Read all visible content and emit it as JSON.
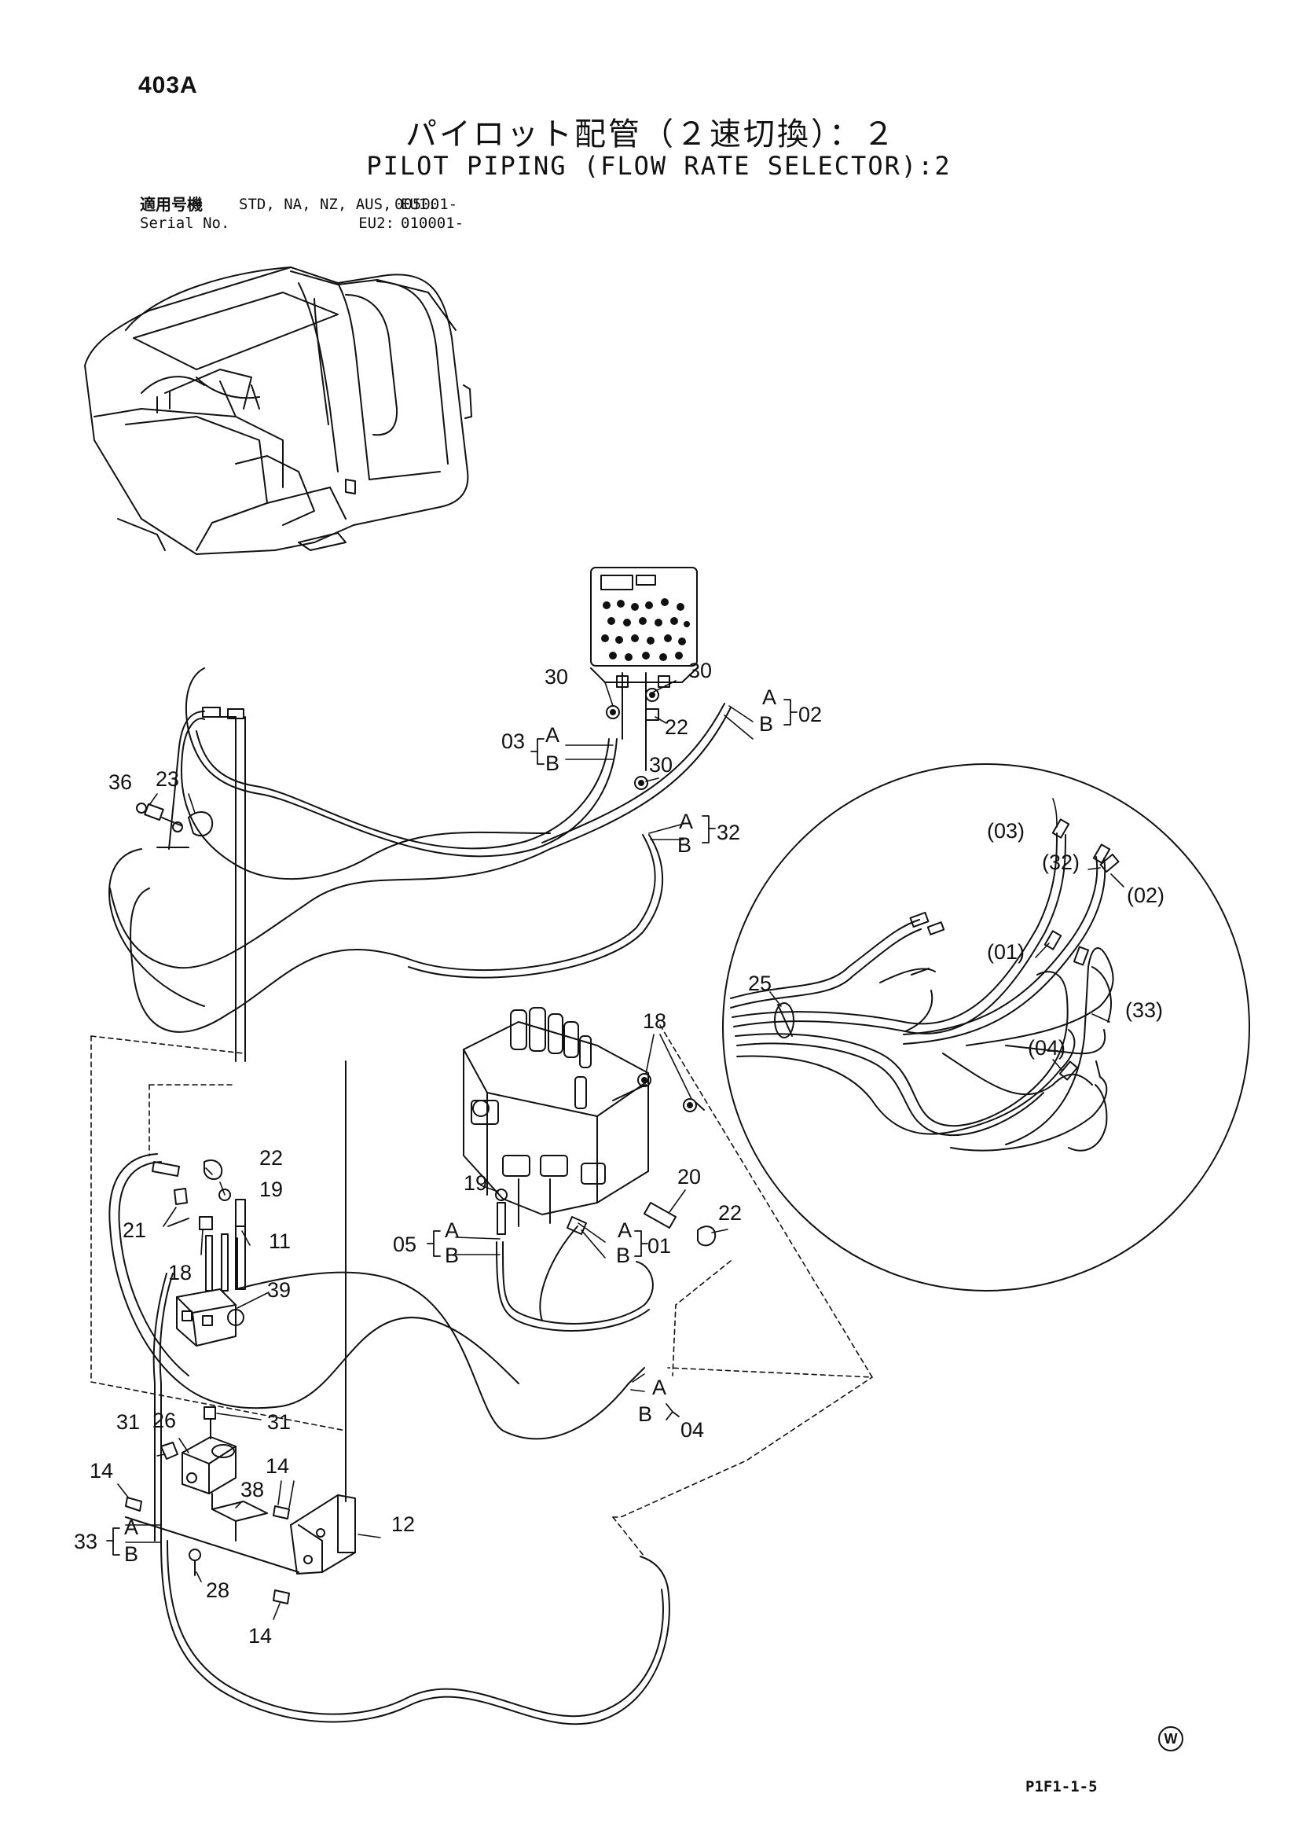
{
  "header": {
    "page_code": "403A",
    "title_jp": "パイロット配管（２速切換）：２",
    "title_en": "PILOT PIPING (FLOW RATE SELECTOR):2"
  },
  "serial": {
    "label_jp": "適用号機",
    "label_en": "Serial No.",
    "models_1": "STD, NA, NZ, AUS, EU1:",
    "serial_1": "005001-",
    "models_2": "EU2:",
    "serial_2": "010001-"
  },
  "callouts": {
    "c30a": "30",
    "c30b": "30",
    "c30c": "30",
    "c22a": "22",
    "c03": "03",
    "c03A": "A",
    "c03B": "B",
    "c02": "02",
    "c02A": "A",
    "c02B": "B",
    "c32": "32",
    "c32A": "A",
    "c32B": "B",
    "c36": "36",
    "c23": "23",
    "c18a": "18",
    "c18b": "18",
    "c22b": "22",
    "c22c": "22",
    "c19a": "19",
    "c19b": "19",
    "c21": "21",
    "c11": "11",
    "c39": "39",
    "c20": "20",
    "c05": "05",
    "c05A": "A",
    "c05B": "B",
    "c01": "01",
    "c01A": "A",
    "c01B": "B",
    "c04": "04",
    "c04A": "A",
    "c04B": "B",
    "c31a": "31",
    "c31b": "31",
    "c26": "26",
    "c14a": "14",
    "c14b": "14",
    "c14c": "14",
    "c38": "38",
    "c12": "12",
    "c28": "28",
    "c33": "33",
    "c33A": "A",
    "c33B": "B",
    "d03": "(03)",
    "d32": "(32)",
    "d02": "(02)",
    "d01": "(01)",
    "d33": "(33)",
    "d04": "(04)",
    "c25": "25"
  },
  "footer": {
    "mark": "W",
    "code": "P1F1-1-5"
  }
}
